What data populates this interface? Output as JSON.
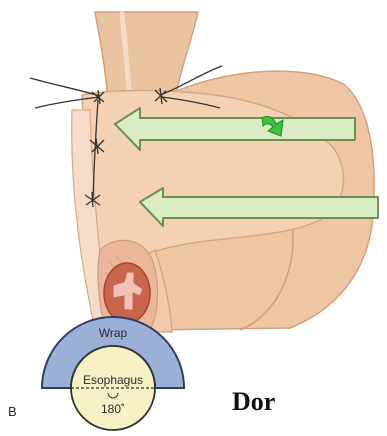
{
  "figure": {
    "panel_letter": "B",
    "procedure_name": "Dor",
    "schematic": {
      "wrap_label": "Wrap",
      "esophagus_label": "Esophagus",
      "angle_label": "180˚"
    }
  },
  "colors": {
    "skin": "#f1cfb0",
    "skin_dark": "#e1ab86",
    "skin_light": "#f8e3cf",
    "arrow_fill": "#d9ecc6",
    "arrow_stroke": "#6f8f52",
    "green_arrow": "#3fbf3f",
    "suture": "#333333",
    "wrap_blue": "#9bb0d6",
    "esophagus_cream": "#f6f1c4",
    "vessel_red": "#c9654d",
    "vessel_pink": "#f3c0b4"
  }
}
